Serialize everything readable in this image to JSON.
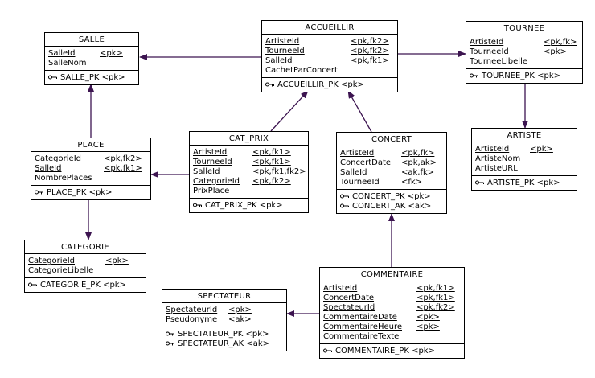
{
  "entities": {
    "salle": {
      "name": "SALLE",
      "attributes": [
        {
          "name": "SalleId",
          "tag": "<pk>",
          "key": true
        },
        {
          "name": "SalleNom",
          "tag": "",
          "key": false
        }
      ],
      "keys": [
        "SALLE_PK  <pk>"
      ]
    },
    "accueillir": {
      "name": "ACCUEILLIR",
      "attributes": [
        {
          "name": "ArtisteId",
          "tag": "<pk,fk2>",
          "key": true
        },
        {
          "name": "TourneeId",
          "tag": "<pk,fk2>",
          "key": true
        },
        {
          "name": "SalleId",
          "tag": "<pk,fk1>",
          "key": true
        },
        {
          "name": "CachetParConcert",
          "tag": "",
          "key": false
        }
      ],
      "keys": [
        "ACCUEILLIR_PK  <pk>"
      ]
    },
    "tournee": {
      "name": "TOURNEE",
      "attributes": [
        {
          "name": "ArtisteId",
          "tag": "<pk,fk>",
          "key": true
        },
        {
          "name": "TourneeId",
          "tag": "<pk>",
          "key": true
        },
        {
          "name": "TourneeLibelle",
          "tag": "",
          "key": false
        }
      ],
      "keys": [
        "TOURNEE_PK  <pk>"
      ]
    },
    "artiste": {
      "name": "ARTISTE",
      "attributes": [
        {
          "name": "ArtisteId",
          "tag": "<pk>",
          "key": true
        },
        {
          "name": "ArtisteNom",
          "tag": "",
          "key": false
        },
        {
          "name": "ArtisteURL",
          "tag": "",
          "key": false
        }
      ],
      "keys": [
        "ARTISTE_PK  <pk>"
      ]
    },
    "place": {
      "name": "PLACE",
      "attributes": [
        {
          "name": "CategorieId",
          "tag": "<pk,fk2>",
          "key": true
        },
        {
          "name": "SalleId",
          "tag": "<pk,fk1>",
          "key": true
        },
        {
          "name": "NombrePlaces",
          "tag": "",
          "key": false
        }
      ],
      "keys": [
        "PLACE_PK  <pk>"
      ]
    },
    "cat_prix": {
      "name": "CAT_PRIX",
      "attributes": [
        {
          "name": "ArtisteId",
          "tag": "<pk,fk1>",
          "key": true
        },
        {
          "name": "TourneeId",
          "tag": "<pk,fk1>",
          "key": true
        },
        {
          "name": "SalleId",
          "tag": "<pk,fk1,fk2>",
          "key": true
        },
        {
          "name": "CategorieId",
          "tag": "<pk,fk2>",
          "key": true
        },
        {
          "name": "PrixPlace",
          "tag": "",
          "key": false
        }
      ],
      "keys": [
        "CAT_PRIX_PK  <pk>"
      ]
    },
    "concert": {
      "name": "CONCERT",
      "attributes": [
        {
          "name": "ArtisteId",
          "tag": "<pk,fk>",
          "key": true
        },
        {
          "name": "ConcertDate",
          "tag": "<pk,ak>",
          "key": true
        },
        {
          "name": "SalleId",
          "tag": "<ak,fk>",
          "key": false
        },
        {
          "name": "TourneeId",
          "tag": "<fk>",
          "key": false
        }
      ],
      "keys": [
        "CONCERT_PK  <pk>",
        "CONCERT_AK  <ak>"
      ]
    },
    "categorie": {
      "name": "CATEGORIE",
      "attributes": [
        {
          "name": "CategorieId",
          "tag": "<pk>",
          "key": true
        },
        {
          "name": "CategorieLibelle",
          "tag": "",
          "key": false
        }
      ],
      "keys": [
        "CATEGORIE_PK  <pk>"
      ]
    },
    "spectateur": {
      "name": "SPECTATEUR",
      "attributes": [
        {
          "name": "SpectateurId",
          "tag": "<pk>",
          "key": true
        },
        {
          "name": "Pseudonyme",
          "tag": "<ak>",
          "key": false
        }
      ],
      "keys": [
        "SPECTATEUR_PK  <pk>",
        "SPECTATEUR_AK  <ak>"
      ]
    },
    "commentaire": {
      "name": "COMMENTAIRE",
      "attributes": [
        {
          "name": "ArtisteId",
          "tag": "<pk,fk1>",
          "key": true
        },
        {
          "name": "ConcertDate",
          "tag": "<pk,fk1>",
          "key": true
        },
        {
          "name": "SpectateurId",
          "tag": "<pk,fk2>",
          "key": true
        },
        {
          "name": "CommentaireDate",
          "tag": "<pk>",
          "key": true
        },
        {
          "name": "CommentaireHeure",
          "tag": "<pk>",
          "key": true
        },
        {
          "name": "CommentaireTexte",
          "tag": "",
          "key": false
        }
      ],
      "keys": [
        "COMMENTAIRE_PK  <pk>"
      ]
    }
  },
  "relationships": [
    {
      "from": "accueillir",
      "to": "salle"
    },
    {
      "from": "accueillir",
      "to": "tournee"
    },
    {
      "from": "tournee",
      "to": "artiste"
    },
    {
      "from": "place",
      "to": "salle"
    },
    {
      "from": "place",
      "to": "categorie"
    },
    {
      "from": "cat_prix",
      "to": "place"
    },
    {
      "from": "cat_prix",
      "to": "accueillir"
    },
    {
      "from": "concert",
      "to": "accueillir"
    },
    {
      "from": "commentaire",
      "to": "concert"
    },
    {
      "from": "commentaire",
      "to": "spectateur"
    }
  ],
  "colors": {
    "link": "#3c1450",
    "border": "#000000",
    "background": "#ffffff"
  }
}
